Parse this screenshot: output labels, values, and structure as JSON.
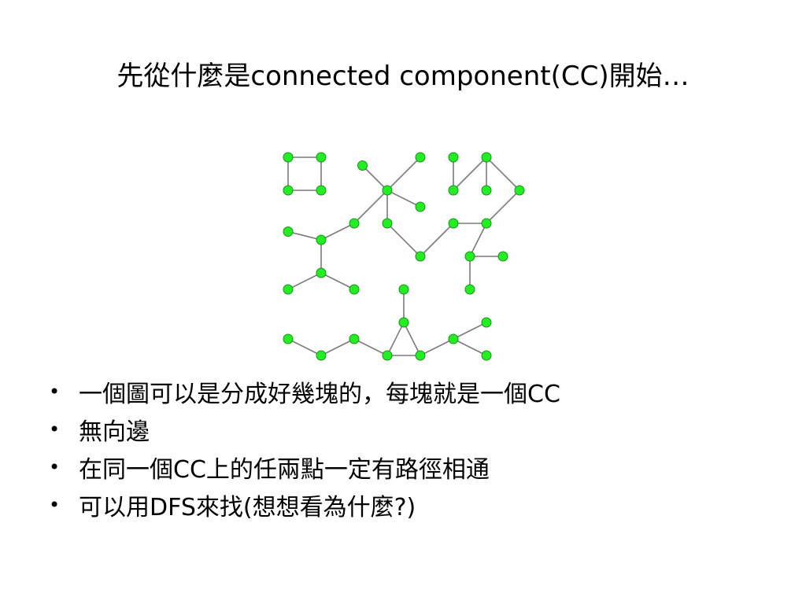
{
  "slide": {
    "title": "先從什麼是connected component(CC)開始…",
    "bullet_symbol": "•",
    "bullets": [
      "一個圖可以是分成好幾塊的，每塊就是一個CC",
      "無向邊",
      "在同一個CC上的任兩點一定有路徑相通",
      "可以用DFS來找(想想看為什麼?)"
    ]
  },
  "graph": {
    "node_color": "#22ee22",
    "node_stroke": "#1f8f1f",
    "edge_color": "#7a7a7a",
    "nodes": [
      {
        "id": "a1",
        "gx": 0,
        "gy": 0
      },
      {
        "id": "a2",
        "gx": 2,
        "gy": 0
      },
      {
        "id": "a3",
        "gx": 0,
        "gy": 2
      },
      {
        "id": "a4",
        "gx": 2,
        "gy": 2
      },
      {
        "id": "b1",
        "gx": 4.5,
        "gy": 0.5
      },
      {
        "id": "b2",
        "gx": 8,
        "gy": 0
      },
      {
        "id": "b3",
        "gx": 10,
        "gy": 0
      },
      {
        "id": "b4",
        "gx": 12,
        "gy": 0
      },
      {
        "id": "b5",
        "gx": 6,
        "gy": 2
      },
      {
        "id": "b6",
        "gx": 10,
        "gy": 2
      },
      {
        "id": "b7",
        "gx": 12,
        "gy": 2
      },
      {
        "id": "b8",
        "gx": 14,
        "gy": 2
      },
      {
        "id": "b9",
        "gx": 8,
        "gy": 3
      },
      {
        "id": "b10",
        "gx": 4,
        "gy": 4
      },
      {
        "id": "b11",
        "gx": 6,
        "gy": 4
      },
      {
        "id": "b12",
        "gx": 10,
        "gy": 4
      },
      {
        "id": "b13",
        "gx": 12,
        "gy": 4
      },
      {
        "id": "b14",
        "gx": 8,
        "gy": 6
      },
      {
        "id": "b15",
        "gx": 11,
        "gy": 6
      },
      {
        "id": "b16",
        "gx": 13,
        "gy": 6
      },
      {
        "id": "b17",
        "gx": 11,
        "gy": 8
      },
      {
        "id": "b18",
        "gx": 0,
        "gy": 4.5
      },
      {
        "id": "b19",
        "gx": 2,
        "gy": 5
      },
      {
        "id": "b20",
        "gx": 2,
        "gy": 7
      },
      {
        "id": "b21",
        "gx": 0,
        "gy": 8
      },
      {
        "id": "b22",
        "gx": 4,
        "gy": 8
      },
      {
        "id": "c1",
        "gx": 7,
        "gy": 8
      },
      {
        "id": "c2",
        "gx": 7,
        "gy": 10
      },
      {
        "id": "c3",
        "gx": 0,
        "gy": 11
      },
      {
        "id": "c4",
        "gx": 2,
        "gy": 12
      },
      {
        "id": "c5",
        "gx": 4,
        "gy": 11
      },
      {
        "id": "c6",
        "gx": 6,
        "gy": 12
      },
      {
        "id": "c7",
        "gx": 8,
        "gy": 12
      },
      {
        "id": "c8",
        "gx": 10,
        "gy": 11
      },
      {
        "id": "c9",
        "gx": 12,
        "gy": 10
      },
      {
        "id": "c10",
        "gx": 12,
        "gy": 12
      }
    ],
    "edges": [
      [
        "a1",
        "a2"
      ],
      [
        "a1",
        "a3"
      ],
      [
        "a2",
        "a4"
      ],
      [
        "a3",
        "a4"
      ],
      [
        "b1",
        "b5"
      ],
      [
        "b5",
        "b2"
      ],
      [
        "b5",
        "b9"
      ],
      [
        "b5",
        "b11"
      ],
      [
        "b5",
        "b10"
      ],
      [
        "b3",
        "b6"
      ],
      [
        "b6",
        "b4"
      ],
      [
        "b4",
        "b7"
      ],
      [
        "b4",
        "b8"
      ],
      [
        "b8",
        "b13"
      ],
      [
        "b13",
        "b12"
      ],
      [
        "b12",
        "b14"
      ],
      [
        "b14",
        "b11"
      ],
      [
        "b13",
        "b15"
      ],
      [
        "b15",
        "b16"
      ],
      [
        "b15",
        "b17"
      ],
      [
        "b10",
        "b19"
      ],
      [
        "b18",
        "b19"
      ],
      [
        "b19",
        "b20"
      ],
      [
        "b20",
        "b21"
      ],
      [
        "b20",
        "b22"
      ],
      [
        "c1",
        "c2"
      ],
      [
        "c2",
        "c6"
      ],
      [
        "c2",
        "c7"
      ],
      [
        "c6",
        "c7"
      ],
      [
        "c3",
        "c4"
      ],
      [
        "c4",
        "c5"
      ],
      [
        "c5",
        "c6"
      ],
      [
        "c7",
        "c8"
      ],
      [
        "c8",
        "c9"
      ],
      [
        "c8",
        "c10"
      ]
    ]
  }
}
